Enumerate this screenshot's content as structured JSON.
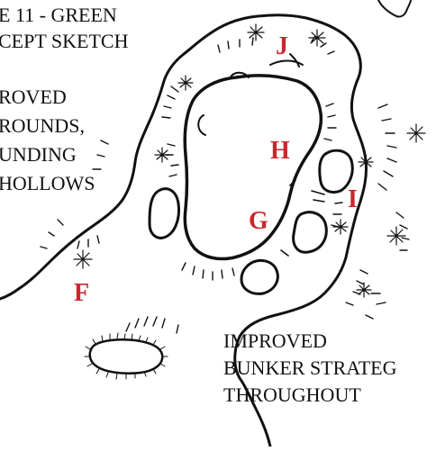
{
  "title_lines": [
    "E 11 - GREEN",
    "CEPT SKETCH"
  ],
  "note_left_lines": [
    "ROVED",
    "ROUNDS,",
    "UNDING",
    "HOLLOWS"
  ],
  "note_bottom_lines": [
    "IMPROVED",
    "BUNKER STRATEG",
    "THROUGHOUT"
  ],
  "letters": {
    "f": "F",
    "g": "G",
    "h": "H",
    "i": "I",
    "j": "J"
  },
  "colors": {
    "ink": "#111111",
    "letter_red": "#c8282d",
    "paper": "#ffffff"
  }
}
